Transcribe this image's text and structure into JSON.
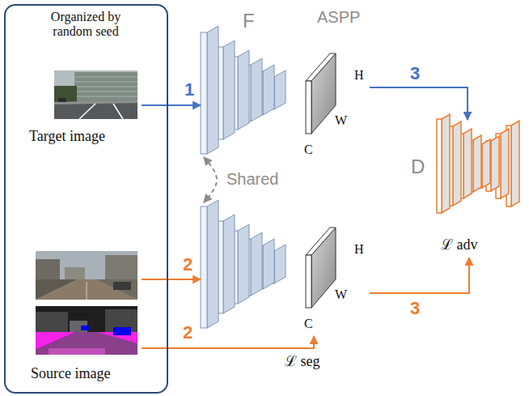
{
  "diagram": {
    "nodes": [
      {
        "text": [
          "Organized by random seed"
        ]
      },
      {
        "text": [
          "Target image"
        ],
        "in": 0
      },
      {
        "text": [
          "Source image"
        ],
        "in": 0
      },
      {
        "text": [
          "F"
        ]
      },
      {
        "text": [
          "ASPP",
          "H",
          "W",
          "C"
        ]
      },
      {
        "text": []
      },
      {
        "text": [
          "H",
          "W",
          "C"
        ]
      },
      {
        "text": [
          "D",
          "ℒ adv"
        ]
      }
    ],
    "edges": [
      {
        "from": 1,
        "to": 3,
        "arrow": "to",
        "label": "1"
      },
      {
        "from": 2,
        "to": 5,
        "arrow": "to",
        "label": "2"
      },
      {
        "from": 2,
        "to": 6,
        "arrow": "to",
        "label": "2"
      },
      {
        "from": 4,
        "to": 7,
        "arrow": "to",
        "label": "3"
      },
      {
        "from": 6,
        "to": 7,
        "arrow": "to",
        "label": "3"
      },
      {
        "from": 3,
        "to": 5,
        "arrow": "both",
        "label": "Shared"
      }
    ],
    "labels": [
      "ℒ seg"
    ]
  }
}
